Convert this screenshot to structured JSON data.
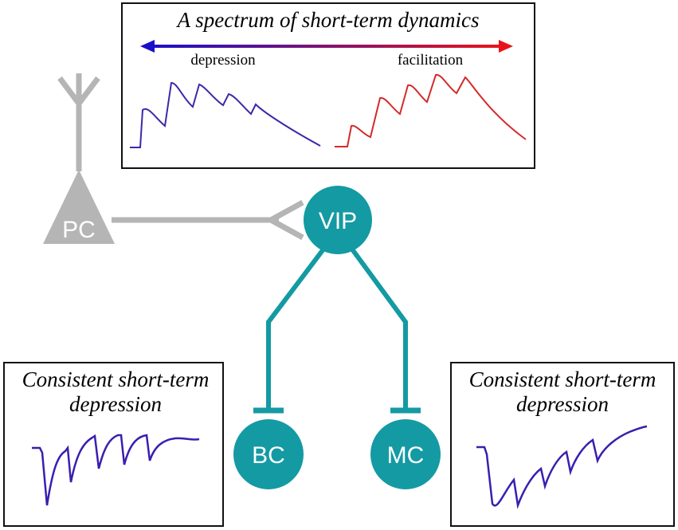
{
  "top_panel": {
    "title": "A spectrum of short-term dynamics",
    "left_label": "depression",
    "right_label": "facilitation",
    "gradient_colors": [
      "#1a10c8",
      "#e8141a"
    ],
    "depression_trace_color": "#3a2aa8",
    "facilitation_trace_color": "#d42a2a"
  },
  "nodes": {
    "pc": {
      "label": "PC",
      "color": "#b5b5b5"
    },
    "vip": {
      "label": "VIP",
      "color": "#149aa3"
    },
    "bc": {
      "label": "BC",
      "color": "#149aa3"
    },
    "mc": {
      "label": "MC",
      "color": "#149aa3"
    }
  },
  "left_panel": {
    "title_line1": "Consistent short-term",
    "title_line2": "depression",
    "trace_color": "#3a1eb0"
  },
  "right_panel": {
    "title_line1": "Consistent short-term",
    "title_line2": "depression",
    "trace_color": "#3a1eb0"
  },
  "connection_color": "#149aa3"
}
